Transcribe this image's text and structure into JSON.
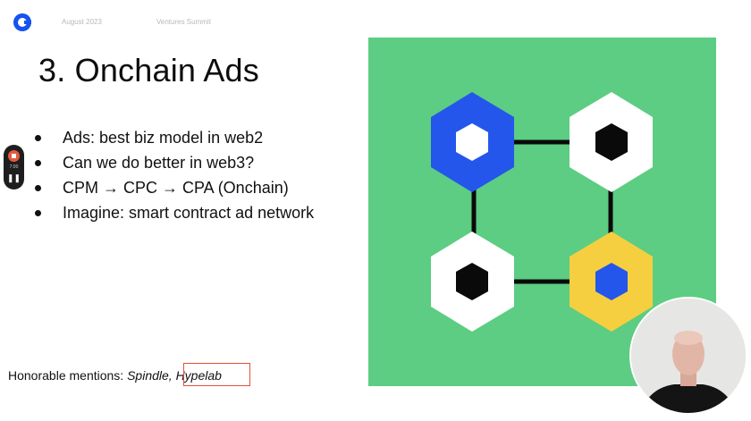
{
  "header": {
    "date": "August 2023",
    "event": "Ventures Summit"
  },
  "slide": {
    "title": "3. Onchain Ads",
    "bullets": [
      "Ads: best biz model in web2",
      "Can we do better in web3?",
      "CPM → CPC → CPA (Onchain)",
      "Imagine: smart contract ad network"
    ],
    "mentions": {
      "prefix": "Honorable mentions: ",
      "item1": "Spindle,",
      "item2": "Hypelab"
    }
  },
  "recorder": {
    "time": "7:00",
    "pause_glyph": "❚❚"
  },
  "colors": {
    "brand_blue": "#1652f0",
    "art_background": "#5ccd82",
    "hex_blue": "#2456ec",
    "hex_yellow": "#f5cf3f",
    "hex_white": "#ffffff",
    "hex_black": "#0a0a0a",
    "highlight_box": "#e0523a"
  },
  "icons": {
    "logo": "coinbase-logo-icon",
    "stop": "record-stop-icon",
    "pause": "pause-icon"
  }
}
